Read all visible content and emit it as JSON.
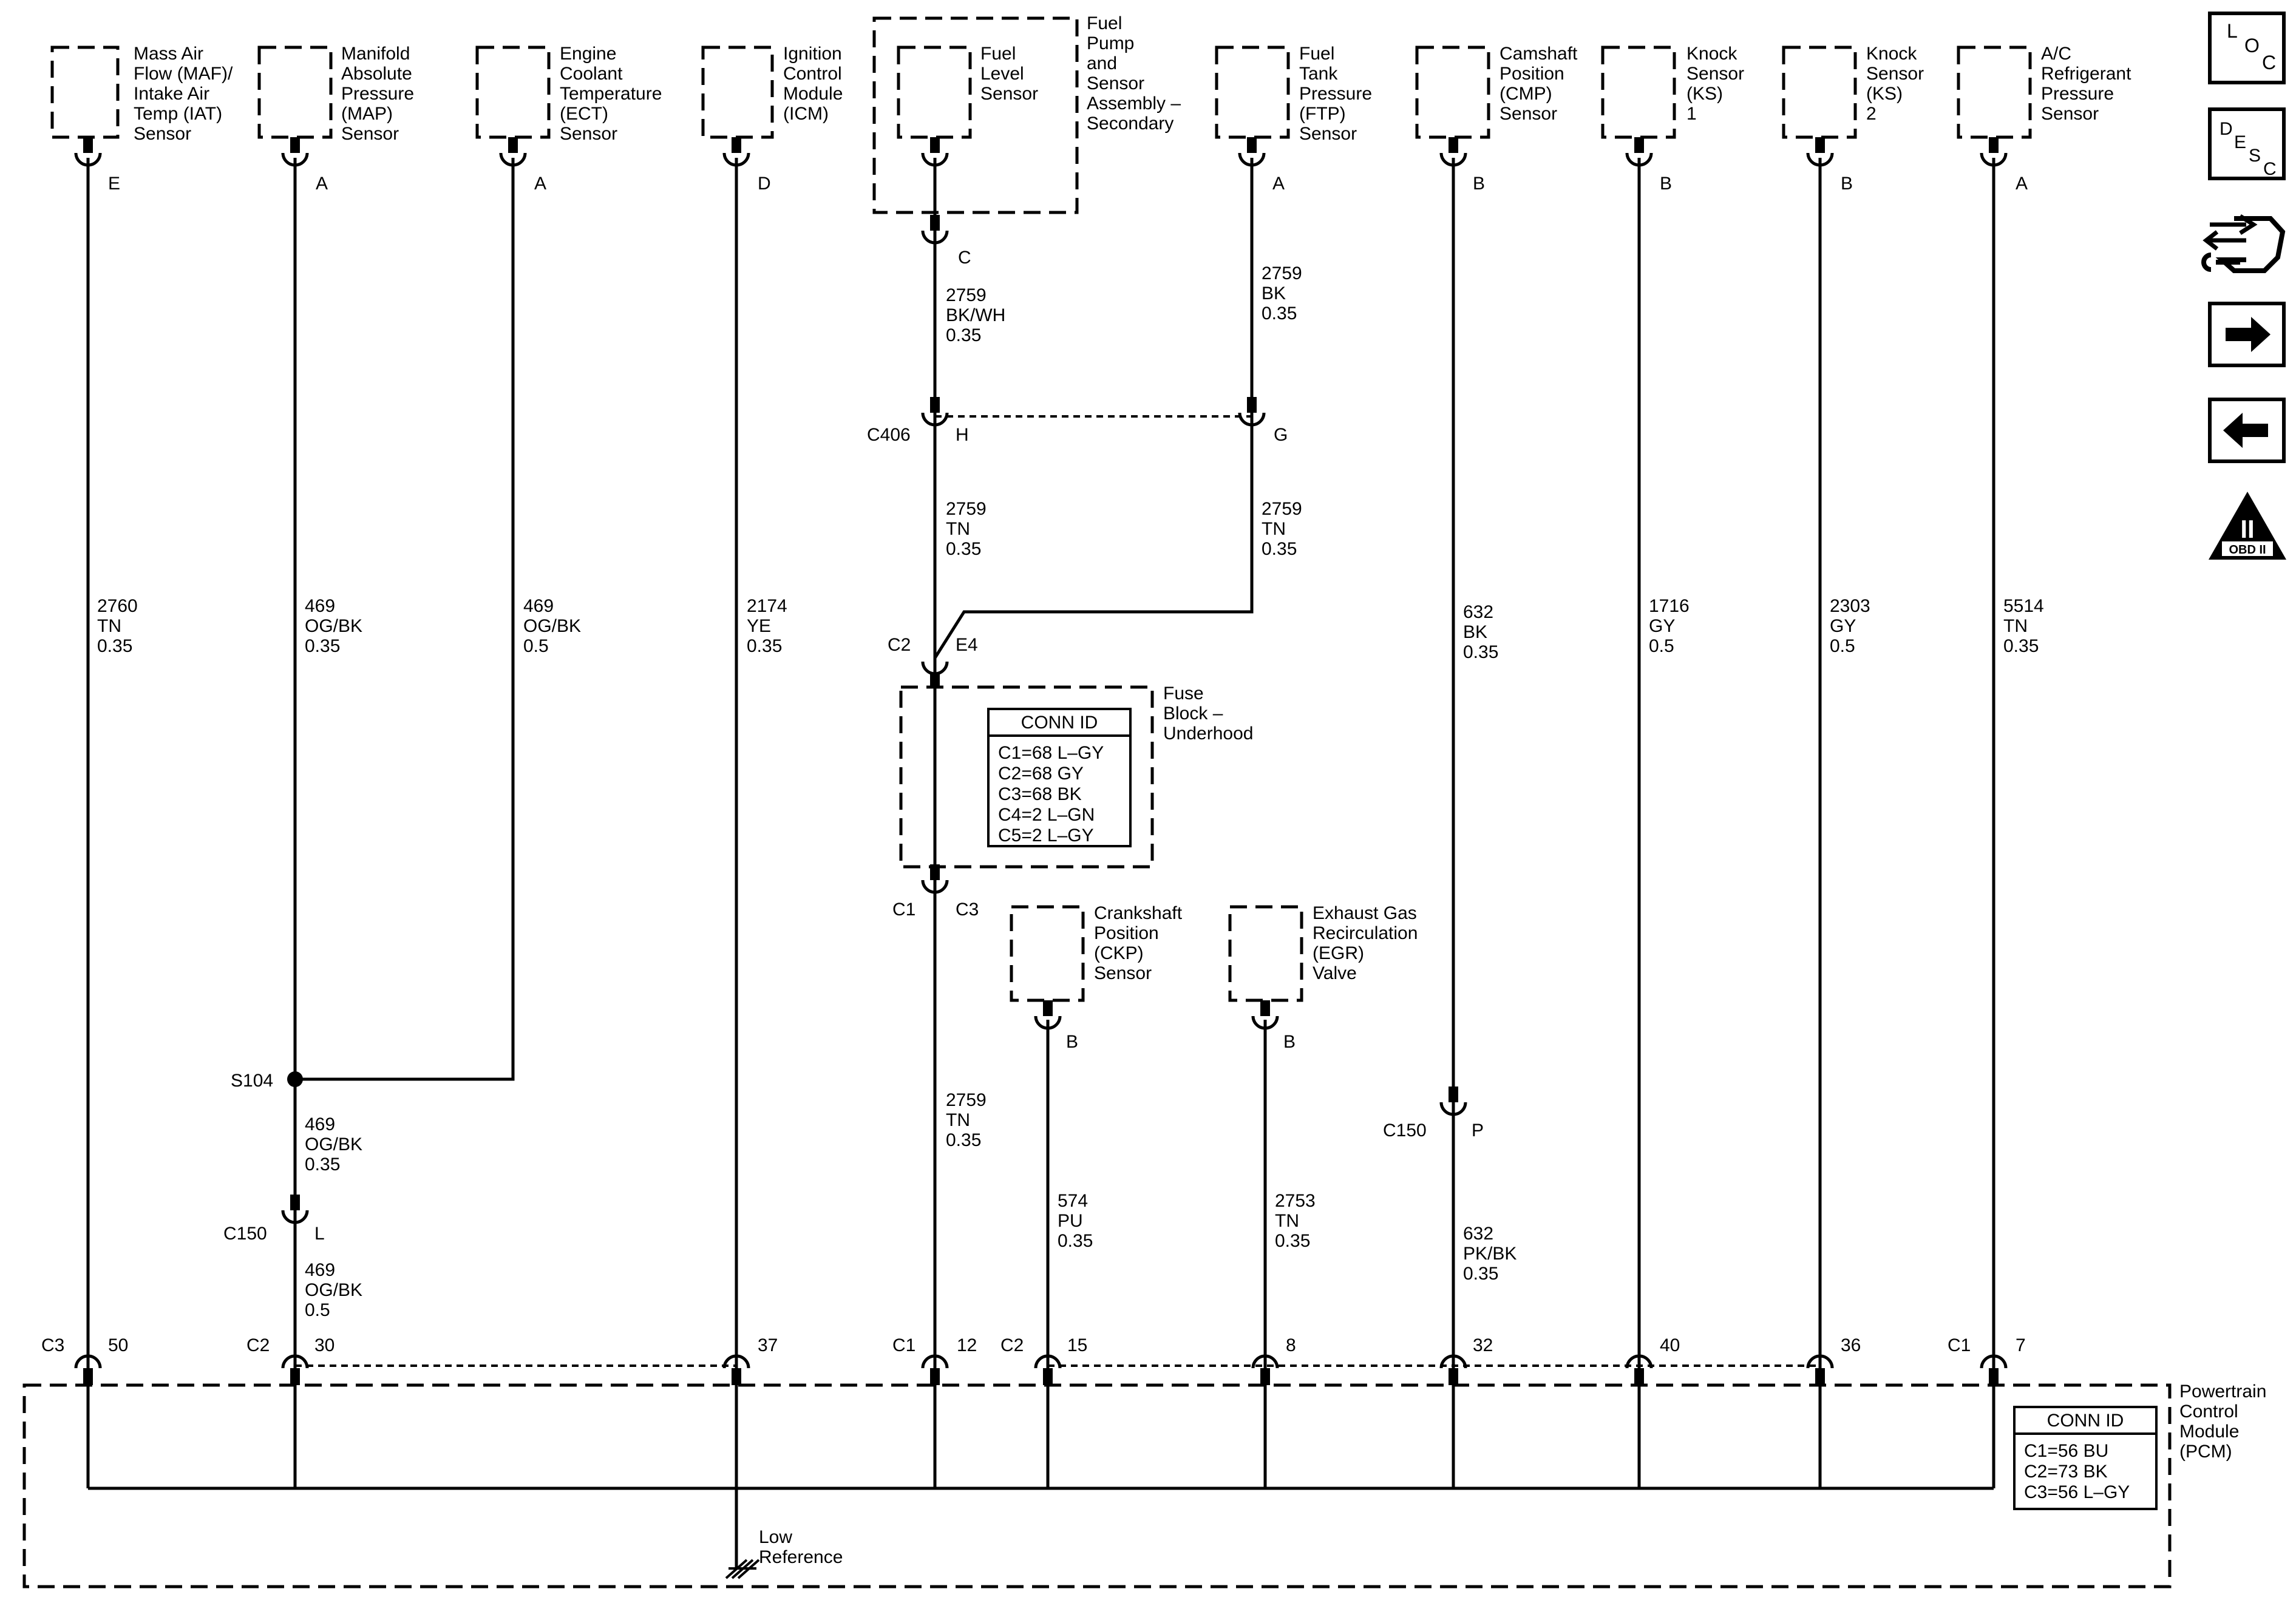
{
  "components": {
    "maf": [
      "Mass Air",
      "Flow (MAF)/",
      "Intake Air",
      "Temp (IAT)",
      "Sensor"
    ],
    "map": [
      "Manifold",
      "Absolute",
      "Pressure",
      "(MAP)",
      "Sensor"
    ],
    "ect": [
      "Engine",
      "Coolant",
      "Temperature",
      "(ECT)",
      "Sensor"
    ],
    "icm": [
      "Ignition",
      "Control",
      "Module",
      "(ICM)"
    ],
    "fuel_level": [
      "Fuel",
      "Level",
      "Sensor"
    ],
    "fuel_pump": [
      "Fuel",
      "Pump",
      "and",
      "Sensor",
      "Assembly –",
      "Secondary"
    ],
    "ftp": [
      "Fuel",
      "Tank",
      "Pressure",
      "(FTP)",
      "Sensor"
    ],
    "cmp": [
      "Camshaft",
      "Position",
      "(CMP)",
      "Sensor"
    ],
    "ks1": [
      "Knock",
      "Sensor",
      "(KS)",
      "1"
    ],
    "ks2": [
      "Knock",
      "Sensor",
      "(KS)",
      "2"
    ],
    "ac": [
      "A/C",
      "Refrigerant",
      "Pressure",
      "Sensor"
    ],
    "fuse_block": [
      "Fuse",
      "Block –",
      "Underhood"
    ],
    "ckp": [
      "Crankshaft",
      "Position",
      "(CKP)",
      "Sensor"
    ],
    "egr": [
      "Exhaust Gas",
      "Recirculation",
      "(EGR)",
      "Valve"
    ],
    "pcm": [
      "Powertrain",
      "Control",
      "Module",
      "(PCM)"
    ]
  },
  "conn_id_fuse": {
    "title": "CONN ID",
    "rows": [
      "C1=68 L–GY",
      "C2=68 GY",
      "C3=68 BK",
      "C4=2 L–GN",
      "C5=2 L–GY"
    ]
  },
  "conn_id_pcm": {
    "title": "CONN ID",
    "rows": [
      "C1=56 BU",
      "C2=73 BK",
      "C3=56 L–GY"
    ]
  },
  "pin_labels": {
    "maf_e": "E",
    "map_a": "A",
    "ect_a": "A",
    "icm_d": "D",
    "fl_c": "C",
    "ftp_a": "A",
    "cmp_b": "B",
    "ks1_b": "B",
    "ks2_b": "B",
    "ac_a": "A",
    "c406_h": "H",
    "c406_g": "G",
    "c2_e4": "E4",
    "c1_c3": "C3",
    "ckp_b": "B",
    "egr_b": "B",
    "c150_l": "L",
    "c150_p": "P",
    "pcm_50": "50",
    "pcm_30": "30",
    "pcm_37": "37",
    "pcm_12": "12",
    "pcm_15": "15",
    "pcm_8": "8",
    "pcm_32": "32",
    "pcm_40": "40",
    "pcm_36": "36",
    "pcm_7": "7"
  },
  "connector_labels": {
    "c406": "C406",
    "c2_fuse": "C2",
    "c1_fuse": "C1",
    "s104": "S104",
    "c150_map": "C150",
    "c150_cmp": "C150",
    "pcm_c3": "C3",
    "pcm_c2a": "C2",
    "pcm_c1a": "C1",
    "pcm_c2b": "C2",
    "pcm_c1b": "C1"
  },
  "wires": {
    "maf": [
      "2760",
      "TN",
      "0.35"
    ],
    "map_top": [
      "469",
      "OG/BK",
      "0.35"
    ],
    "ect": [
      "469",
      "OG/BK",
      "0.5"
    ],
    "icm": [
      "2174",
      "YE",
      "0.35"
    ],
    "fl_top": [
      "2759",
      "BK/WH",
      "0.35"
    ],
    "ftp_top": [
      "2759",
      "BK",
      "0.35"
    ],
    "c406_left": [
      "2759",
      "TN",
      "0.35"
    ],
    "c406_right": [
      "2759",
      "TN",
      "0.35"
    ],
    "cmp_top": [
      "632",
      "BK",
      "0.35"
    ],
    "ks1": [
      "1716",
      "GY",
      "0.5"
    ],
    "ks2": [
      "2303",
      "GY",
      "0.5"
    ],
    "ac": [
      "5514",
      "TN",
      "0.35"
    ],
    "fuse_bottom": [
      "2759",
      "TN",
      "0.35"
    ],
    "map_mid": [
      "469",
      "OG/BK",
      "0.35"
    ],
    "map_low": [
      "469",
      "OG/BK",
      "0.5"
    ],
    "ckp": [
      "574",
      "PU",
      "0.35"
    ],
    "egr": [
      "2753",
      "TN",
      "0.35"
    ],
    "cmp_low": [
      "632",
      "PK/BK",
      "0.35"
    ]
  },
  "ground_label": [
    "Low",
    "Reference"
  ],
  "nav_icons": {
    "loc": [
      "L",
      "O",
      "C"
    ],
    "desc": [
      "D",
      "E",
      "S",
      "C"
    ],
    "obd": [
      "II",
      "OBD II"
    ]
  }
}
